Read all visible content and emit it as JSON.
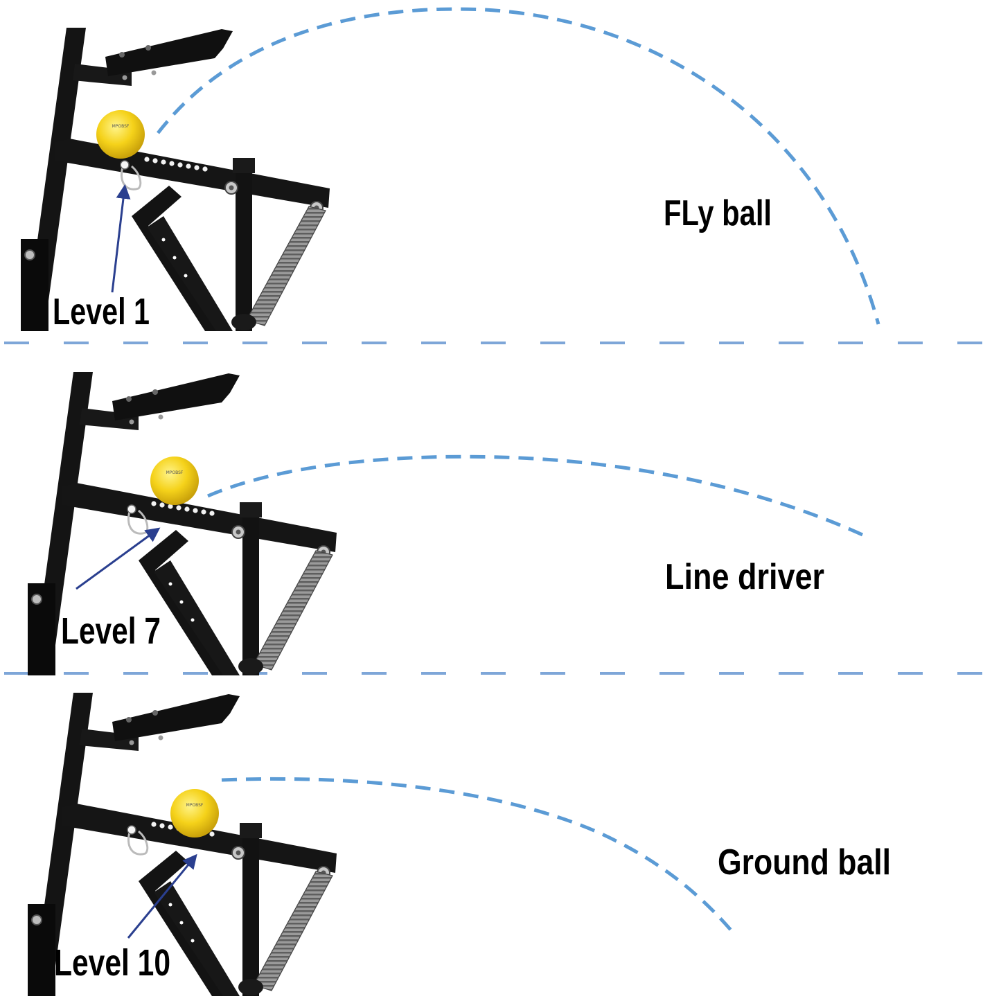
{
  "panels": [
    {
      "level_label": "Level 1",
      "shot_label": "FLy ball"
    },
    {
      "level_label": "Level 7",
      "shot_label": "Line driver"
    },
    {
      "level_label": "Level 10",
      "shot_label": "Ground ball"
    }
  ],
  "ball_logo_text": "MPOBSF",
  "colors": {
    "trajectory": "#5b9bd5",
    "divider": "#7ea6d8",
    "arrow": "#2a3f8f",
    "frame": "#111111",
    "ball": "#f5d21a"
  }
}
